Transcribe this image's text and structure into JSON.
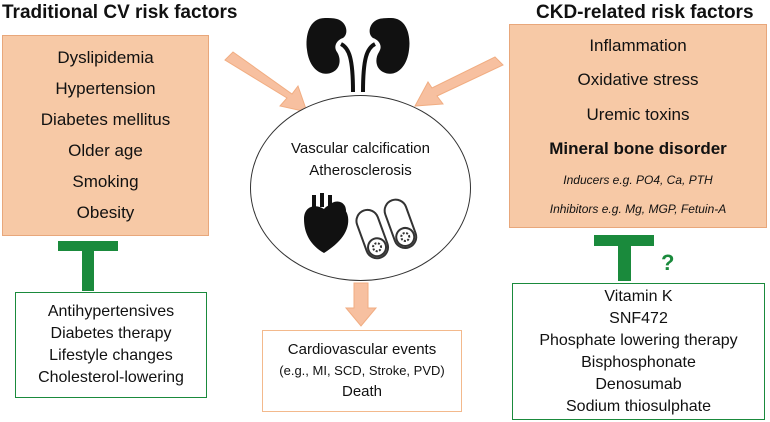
{
  "left_panel": {
    "heading": "Traditional CV risk factors",
    "items": [
      "Dyslipidemia",
      "Hypertension",
      "Diabetes mellitus",
      "Older age",
      "Smoking",
      "Obesity"
    ]
  },
  "right_panel": {
    "heading": "CKD-related risk factors",
    "items": [
      "Inflammation",
      "Oxidative stress",
      "Uremic toxins"
    ],
    "bold_item": "Mineral bone disorder",
    "sub_items": [
      "Inducers e.g. PO4, Ca, PTH",
      "Inhibitors e.g. Mg, MGP, Fetuin-A"
    ]
  },
  "center": {
    "lines": [
      "Vascular calcification",
      "Atherosclerosis"
    ]
  },
  "outcome": {
    "lines": [
      "Cardiovascular events",
      "(e.g., MI, SCD, Stroke, PVD)",
      "Death"
    ]
  },
  "left_treatments": [
    "Antihypertensives",
    "Diabetes therapy",
    "Lifestyle changes",
    "Cholesterol-lowering"
  ],
  "right_treatments": [
    "Vitamin K",
    "SNF472",
    "Phosphate lowering therapy",
    "Bisphosphonate",
    "Denosumab",
    "Sodium thiosulphate"
  ],
  "uncertain_marker": "?",
  "colors": {
    "risk_box_fill": "#f7c9a6",
    "arrow_fill": "#f7c0a0",
    "inhibition_green": "#1a8a3c"
  },
  "icons": [
    "kidneys-icon",
    "heart-icon",
    "calcified-vessel-icon"
  ]
}
